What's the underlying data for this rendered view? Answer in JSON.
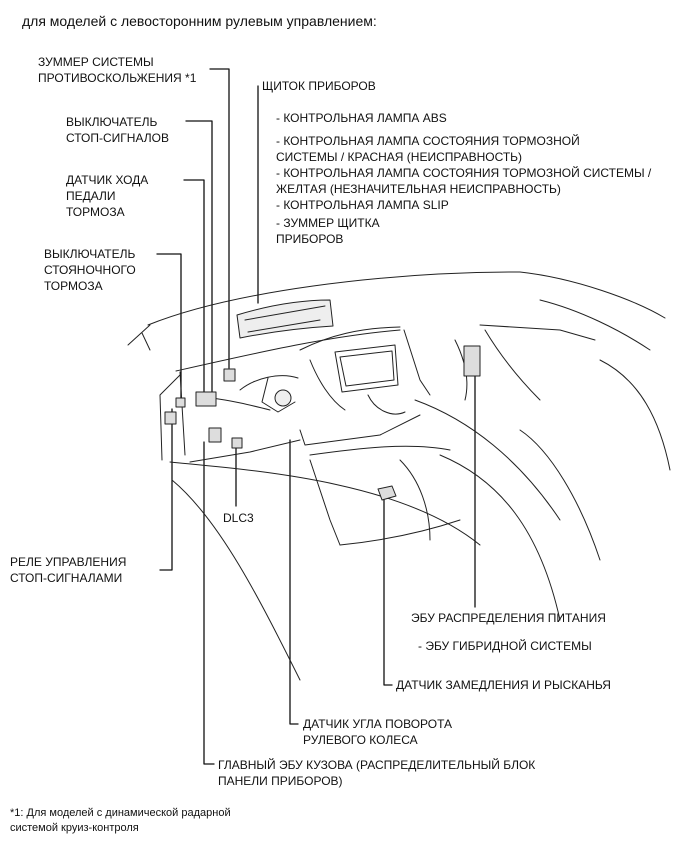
{
  "header": "для моделей с левосторонним рулевым управлением:",
  "labels": {
    "buzzer": [
      "ЗУММЕР СИСТЕМЫ",
      "ПРОТИВОСКОЛЬЖЕНИЯ *1"
    ],
    "stop_switch": [
      "ВЫКЛЮЧАТЕЛЬ",
      "СТОП-СИГНАЛОВ"
    ],
    "pedal_sensor": [
      "ДАТЧИК ХОДА",
      "ПЕДАЛИ",
      "ТОРМОЗА"
    ],
    "parking_switch": [
      "ВЫКЛЮЧАТЕЛЬ",
      "СТОЯНОЧНОГО",
      "ТОРМОЗА"
    ],
    "cluster_title": "ЩИТОК ПРИБОРОВ",
    "cluster_items": [
      "- КОНТРОЛЬНАЯ ЛАМПА ABS",
      "- КОНТРОЛЬНАЯ ЛАМПА СОСТОЯНИЯ ТОРМОЗНОЙ",
      "СИСТЕМЫ / КРАСНАЯ (НЕИСПРАВНОСТЬ)",
      "- КОНТРОЛЬНАЯ ЛАМПА СОСТОЯНИЯ ТОРМОЗНОЙ СИСТЕМЫ /",
      "ЖЕЛТАЯ (НЕЗНАЧИТЕЛЬНАЯ НЕИСПРАВНОСТЬ)",
      "- КОНТРОЛЬНАЯ ЛАМПА SLIP",
      "- ЗУММЕР ЩИТКА",
      "ПРИБОРОВ"
    ],
    "dlc3": "DLC3",
    "stop_relay": [
      "РЕЛЕ УПРАВЛЕНИЯ",
      "СТОП-СИГНАЛАМИ"
    ],
    "power_ecu": "ЭБУ РАСПРЕДЕЛЕНИЯ ПИТАНИЯ",
    "hybrid_ecu": "- ЭБУ ГИБРИДНОЙ СИСТЕМЫ",
    "yaw_sensor": "ДАТЧИК ЗАМЕДЛЕНИЯ И РЫСКАНЬЯ",
    "steering_sensor": [
      "ДАТЧИК УГЛА ПОВОРОТА",
      "РУЛЕВОГО КОЛЕСА"
    ],
    "body_ecu": [
      "ГЛАВНЫЙ ЭБУ КУЗОВА (РАСПРЕДЕЛИТЕЛЬНЫЙ БЛОК",
      "ПАНЕЛИ ПРИБОРОВ)"
    ]
  },
  "footnote": [
    "*1: Для моделей с динамической радарной",
    "системой круиз-контроля"
  ]
}
